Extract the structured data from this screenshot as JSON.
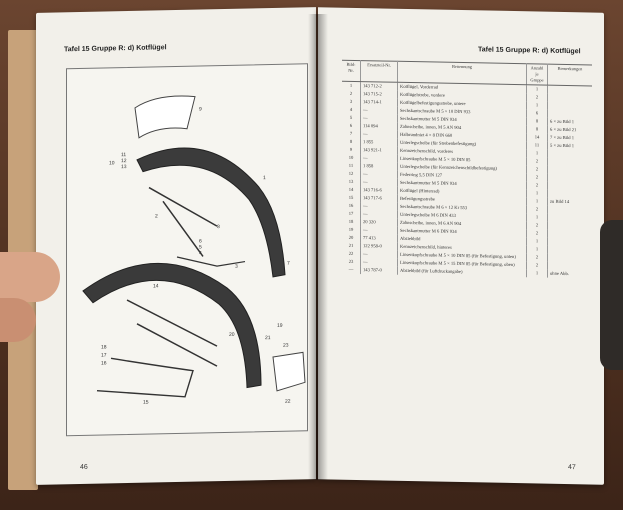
{
  "left_page": {
    "header": "Tafel 15   Gruppe R: d) Kotflügel",
    "page_number": "46",
    "callouts": [
      "9",
      "1",
      "10",
      "11",
      "12",
      "13",
      "2",
      "8",
      "7",
      "6",
      "5",
      "4",
      "3",
      "14",
      "18",
      "17",
      "16",
      "15",
      "21",
      "20",
      "23",
      "22",
      "19"
    ]
  },
  "right_page": {
    "header": "Tafel 15   Gruppe R: d) Kotflügel",
    "page_number": "47",
    "columns": [
      "Bild-Nr.",
      "Ersatzteil-Nr.",
      "Benennung",
      "Anzahl je Gruppe",
      "Bemerkungen"
    ],
    "rows": [
      [
        "1",
        "143 712-2",
        "Kotflügel, Vorderrad",
        "1",
        ""
      ],
      [
        "2",
        "143 715-2",
        "Kotflügelstrebe, vordere",
        "2",
        ""
      ],
      [
        "3",
        "143 714-1",
        "Kotflügelbefestigungsstrebe, untere",
        "1",
        ""
      ],
      [
        "4",
        "—",
        "Sechskantschraube M 5 × 10 DIN 933",
        "6",
        ""
      ],
      [
        "5",
        "—",
        "Sechskantmutter M 5 DIN 934",
        "8",
        "6 × zu Bild 1"
      ],
      [
        "6",
        "114 094",
        "Zahnscheibe, innen, M 5 AN 904",
        "8",
        "6 × zu Bild 21"
      ],
      [
        "7",
        "—",
        "Halbrundniet 4 × 8 DIN 660",
        "14",
        "7 × zu Bild 1"
      ],
      [
        "8",
        "1 855",
        "Unterlegscheibe (für Strebenbefestigung)",
        "11",
        "5 × zu Bild 1"
      ],
      [
        "9",
        "143 921-1",
        "Kennzeichenschild, vorderes",
        "1",
        ""
      ],
      [
        "10",
        "—",
        "Linsenkopfschraube M 5 × 10 DIN 85",
        "2",
        ""
      ],
      [
        "11",
        "1 858",
        "Unterlegscheibe (für Kennzeichenschildbefestigung)",
        "2",
        ""
      ],
      [
        "12",
        "—",
        "Federring 5,5 DIN 127",
        "2",
        ""
      ],
      [
        "13",
        "—",
        "Sechskantmutter M 5 DIN 934",
        "2",
        ""
      ],
      [
        "14",
        "143 716-6",
        "Kotflügel (Hinterrad)",
        "1",
        ""
      ],
      [
        "15",
        "143 717-6",
        "Befestigungsstrebe",
        "1",
        "zu Bild 14"
      ],
      [
        "16",
        "—",
        "Sechskantschraube M 6 × 12 Kr 553",
        "2",
        ""
      ],
      [
        "17",
        "—",
        "Unterlegscheibe M 6 DIN 433",
        "1",
        ""
      ],
      [
        "18",
        "20 320",
        "Zahnscheibe, innen, M 6 AN 904",
        "2",
        ""
      ],
      [
        "19",
        "—",
        "Sechskantmutter M 6 DIN 934",
        "2",
        ""
      ],
      [
        "20",
        "77 413",
        "Abziehbild",
        "1",
        ""
      ],
      [
        "21",
        "122 958-0",
        "Kennzeichenschild, hinteres",
        "1",
        ""
      ],
      [
        "22",
        "—",
        "Linsenkopfschraube M 5 × 10 DIN 85 (für Befestigung, unten)",
        "2",
        ""
      ],
      [
        "23",
        "—",
        "Linsenkopfschraube M 5 × 15 DIN 85 (für Befestigung, oben)",
        "2",
        ""
      ],
      [
        "—",
        "143 787-0",
        "Abziehbild (für Luftdruckangabe)",
        "1",
        "ohne Abb."
      ]
    ]
  }
}
